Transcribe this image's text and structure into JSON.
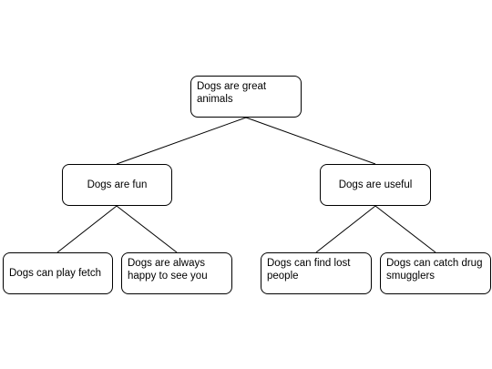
{
  "diagram": {
    "nodes": [
      {
        "id": "root",
        "label": "Dogs are great animals"
      },
      {
        "id": "fun",
        "label": "Dogs are fun"
      },
      {
        "id": "useful",
        "label": "Dogs are useful"
      },
      {
        "id": "fetch",
        "label": "Dogs can play fetch"
      },
      {
        "id": "happy",
        "label": "Dogs are always happy to see you"
      },
      {
        "id": "lost",
        "label": "Dogs can find lost people"
      },
      {
        "id": "drug",
        "label": "Dogs can catch drug smugglers"
      }
    ],
    "edges": [
      {
        "from": "root",
        "to": "fun"
      },
      {
        "from": "root",
        "to": "useful"
      },
      {
        "from": "fun",
        "to": "fetch"
      },
      {
        "from": "fun",
        "to": "happy"
      },
      {
        "from": "useful",
        "to": "lost"
      },
      {
        "from": "useful",
        "to": "drug"
      }
    ],
    "colors": {
      "line": "#000000",
      "box_border": "#000000",
      "box_fill": "#ffffff",
      "text": "#000000"
    }
  }
}
